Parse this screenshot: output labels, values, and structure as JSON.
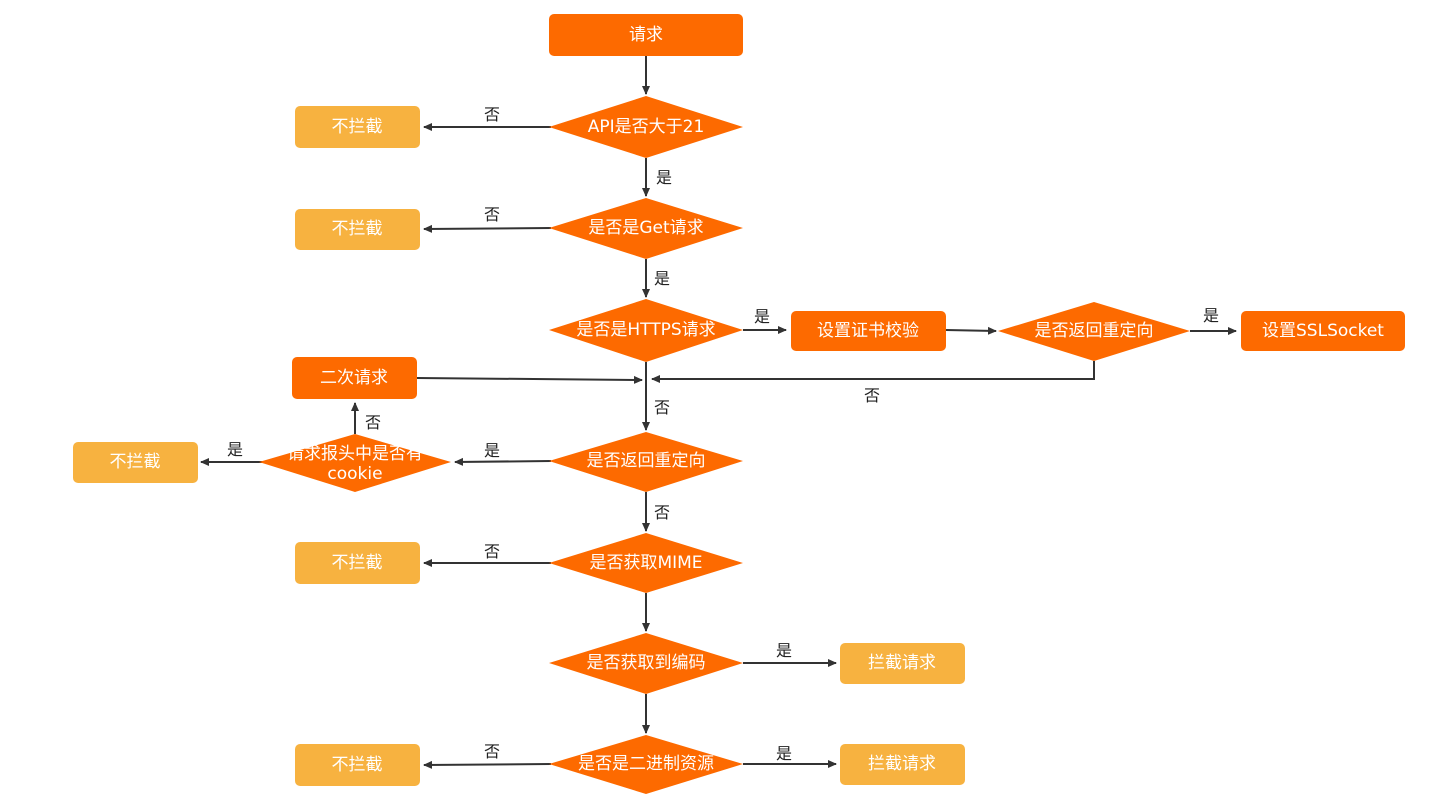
{
  "colors": {
    "process_fill": "#fd6a00",
    "terminal_fill": "#f7b240",
    "decision_fill": "#fd6a00",
    "edge": "#333333"
  },
  "nodes": {
    "request": "请求",
    "api_gt_21": "API是否大于21",
    "no_intercept_1": "不拦截",
    "is_get": "是否是Get请求",
    "no_intercept_2": "不拦截",
    "is_https": "是否是HTTPS请求",
    "set_cert_check": "设置证书校验",
    "redirect_check_1": "是否返回重定向",
    "set_ssl_socket": "设置SSLSocket",
    "second_request": "二次请求",
    "redirect_check_2": "是否返回重定向",
    "cookie_check_line1": "请求报头中是否有",
    "cookie_check_line2": "cookie",
    "no_intercept_3": "不拦截",
    "get_mime": "是否获取MIME",
    "no_intercept_4": "不拦截",
    "get_encoding": "是否获取到编码",
    "intercept_1": "拦截请求",
    "is_binary": "是否是二进制资源",
    "no_intercept_5": "不拦截",
    "intercept_2": "拦截请求"
  },
  "edge_labels": {
    "api_no": "否",
    "api_yes": "是",
    "get_no": "否",
    "get_yes": "是",
    "https_yes": "是",
    "redirect1_yes": "是",
    "redirect1_no": "否",
    "https_no": "否",
    "redirect2_yes": "是",
    "cookie_yes": "是",
    "cookie_no": "否",
    "redirect2_no": "否",
    "mime_no": "否",
    "encoding_yes": "是",
    "binary_no": "否",
    "binary_yes": "是"
  }
}
